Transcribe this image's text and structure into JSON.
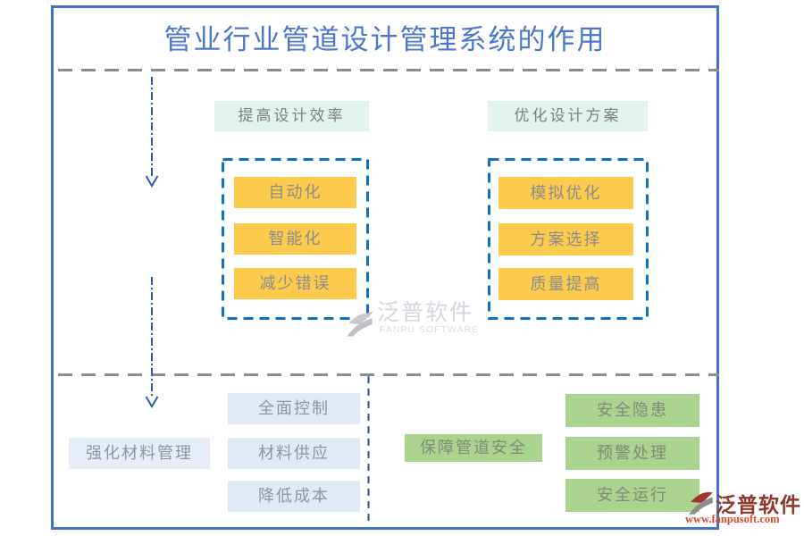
{
  "title": "管业行业管道设计管理系统的作用",
  "top": {
    "groups": [
      {
        "header": "提高设计效率",
        "items": [
          "自动化",
          "智能化",
          "减少错误"
        ]
      },
      {
        "header": "优化设计方案",
        "items": [
          "模拟优化",
          "方案选择",
          "质量提高"
        ]
      }
    ]
  },
  "bottom": {
    "left_label": "强化材料管理",
    "left_items": [
      "全面控制",
      "材料供应",
      "降低成本"
    ],
    "right_label": "保障管道安全",
    "right_items": [
      "安全隐患",
      "预警处理",
      "安全运行"
    ]
  },
  "watermark": {
    "name": "泛普软件",
    "subtitle": "FANPU SOFTWARE"
  },
  "brand": {
    "name": "泛普软件",
    "url": "www.fanpusoft.com"
  },
  "colors": {
    "title_blue": "#4C77CF",
    "frame_blue": "#4472C4",
    "dashed_box_blue": "#0E72C4",
    "arrow_blue": "#2E5BA8",
    "divider_gray": "#8C8C8C",
    "vertical_divider_navy": "#2F5597",
    "item_yellow": "#FCCA4D",
    "header_mint": "#E2F3EB",
    "item_light_blue": "#E1E9F6",
    "item_green": "#A9D38E",
    "text_gray": "#8A8A8A",
    "brand_red": "#8E392C",
    "brand_url_red": "#E0482C",
    "watermark_gray": "#D5D5DD"
  }
}
